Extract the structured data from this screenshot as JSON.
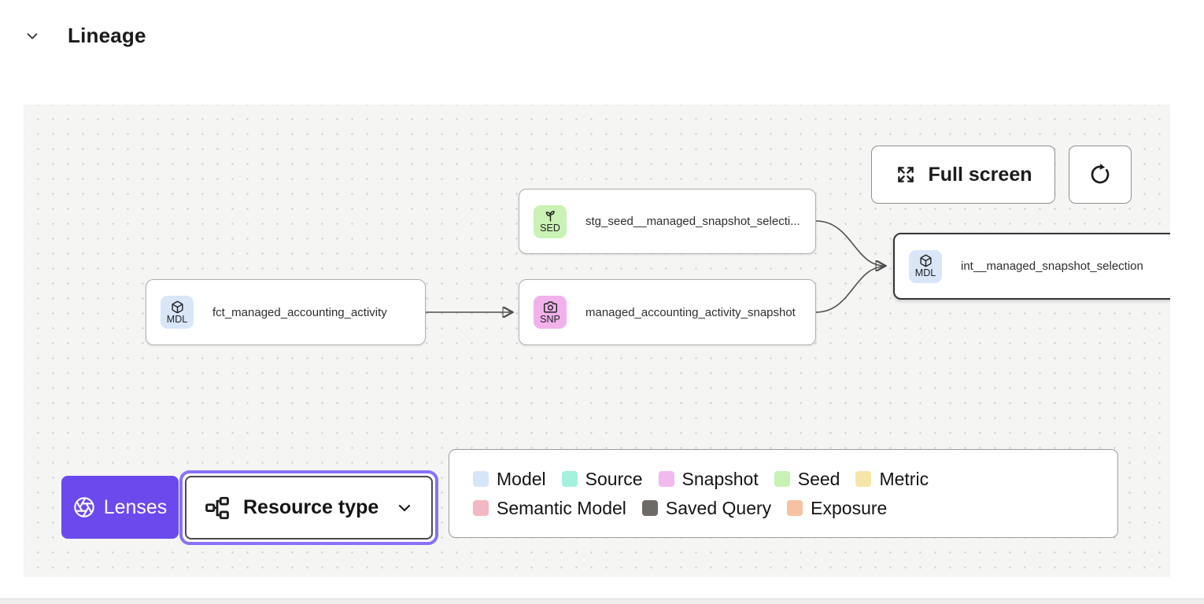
{
  "header": {
    "title": "Lineage"
  },
  "toolbar": {
    "fullscreen_label": "Full screen"
  },
  "icons": {
    "collapse": "chevron-down-icon",
    "fullscreen": "expand-arrows-icon",
    "refresh": "refresh-icon",
    "lenses": "aperture-icon",
    "resource_type": "org-chart-icon",
    "resource_caret": "chevron-down-icon",
    "model_badge": "cube-icon",
    "seed_badge": "sprout-icon",
    "snapshot_badge": "camera-icon"
  },
  "canvas": {
    "nodes": [
      {
        "badge": "MDL",
        "label": "fct_managed_accounting_activity",
        "type": "model",
        "badge_color": "#d8e6f8",
        "selected": false
      },
      {
        "badge": "SED",
        "label": "stg_seed__managed_snapshot_selecti...",
        "type": "seed",
        "badge_color": "#c9f2b4",
        "selected": false
      },
      {
        "badge": "SNP",
        "label": "managed_accounting_activity_snapshot",
        "type": "snapshot",
        "badge_color": "#f1b2ec",
        "selected": false
      },
      {
        "badge": "MDL",
        "label": "int__managed_snapshot_selection",
        "type": "model",
        "badge_color": "#d8e6f8",
        "selected": true
      }
    ],
    "edges": [
      {
        "from": "fct_managed_accounting_activity",
        "to": "managed_accounting_activity_snapshot"
      },
      {
        "from": "stg_seed__managed_snapshot_selecti...",
        "to": "int__managed_snapshot_selection"
      },
      {
        "from": "managed_accounting_activity_snapshot",
        "to": "int__managed_snapshot_selection"
      }
    ],
    "lenses_label": "Lenses",
    "resource_type_label": "Resource type",
    "legend": {
      "items": [
        {
          "label": "Model",
          "color": "#d7e5f8"
        },
        {
          "label": "Source",
          "color": "#a3f2dd"
        },
        {
          "label": "Snapshot",
          "color": "#f1b9ee"
        },
        {
          "label": "Seed",
          "color": "#c8f2b4"
        },
        {
          "label": "Metric",
          "color": "#f5e5a8"
        },
        {
          "label": "Semantic Model",
          "color": "#f2b8c4"
        },
        {
          "label": "Saved Query",
          "color": "#6e6a66"
        },
        {
          "label": "Exposure",
          "color": "#f5c3a3"
        }
      ]
    }
  },
  "colors": {
    "accent_purple": "#6c49ec",
    "focus_ring": "#8b71f5",
    "canvas_bg": "#f5f5f4"
  }
}
